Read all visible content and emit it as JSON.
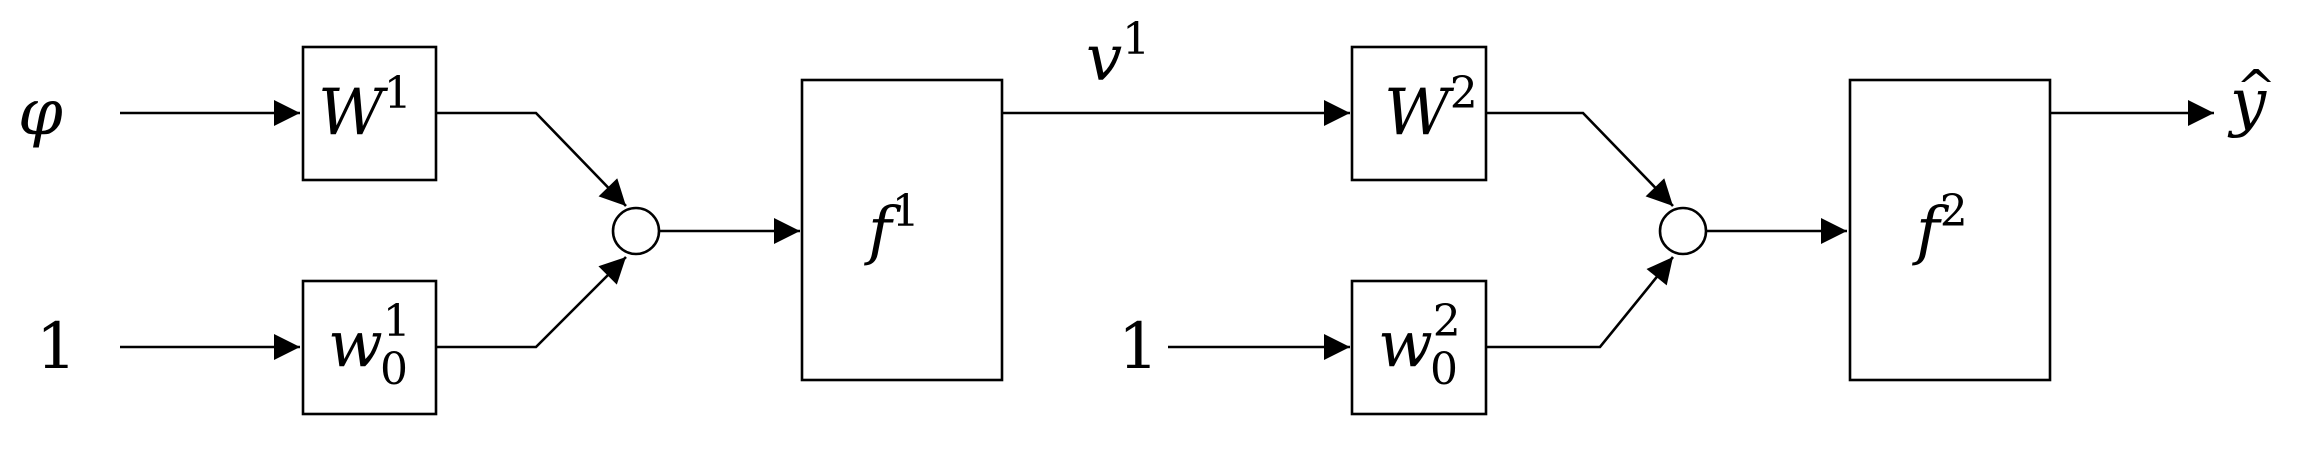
{
  "diagram": {
    "inputs": {
      "phi": "φ",
      "one_a": "1",
      "one_b": "1"
    },
    "blocks": {
      "W1": {
        "base": "W",
        "sup": "1"
      },
      "w01": {
        "base": "w",
        "sup": "1",
        "sub": "0"
      },
      "f1": {
        "base": "f",
        "sup": "1"
      },
      "W2": {
        "base": "W",
        "sup": "2"
      },
      "w02": {
        "base": "w",
        "sup": "2",
        "sub": "0"
      },
      "f2": {
        "base": "f",
        "sup": "2"
      }
    },
    "signals": {
      "v1": {
        "base": "v",
        "sup": "1"
      },
      "yhat": {
        "base": "y",
        "hat": "^"
      }
    }
  }
}
